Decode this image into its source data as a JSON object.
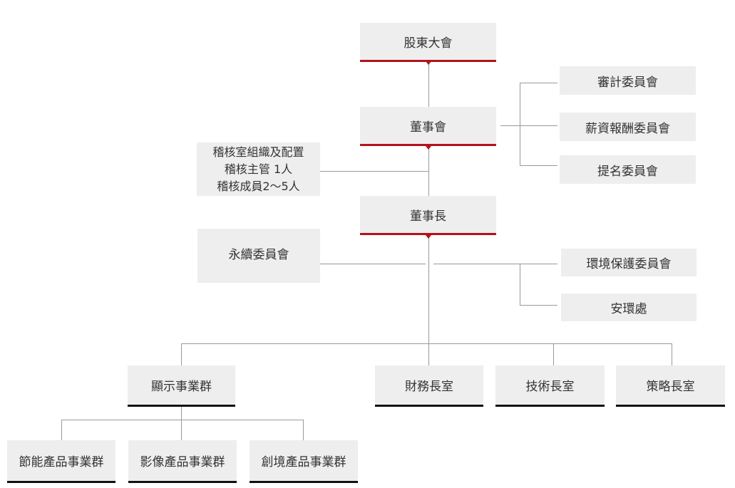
{
  "org": {
    "shareholders": "股東大會",
    "board": "董事會",
    "chairman": "董事長",
    "audit_committee": "審計委員會",
    "remuneration_committee": "薪資報酬委員會",
    "nomination_committee": "提名委員會",
    "internal_audit": {
      "line1": "稽核室組織及配置",
      "line2": "稽核主管 1人",
      "line3": "稽核成員2～5人"
    },
    "sustainability_committee": "永續委員會",
    "environmental_committee": "環境保護委員會",
    "safety_office": "安環處",
    "display_group": "顯示事業群",
    "finance_office": "財務長室",
    "technology_office": "技術長室",
    "strategy_office": "策略長室",
    "energy_saving_group": "節能產品事業群",
    "imaging_group": "影像產品事業群",
    "innovation_group": "創境產品事業群"
  }
}
